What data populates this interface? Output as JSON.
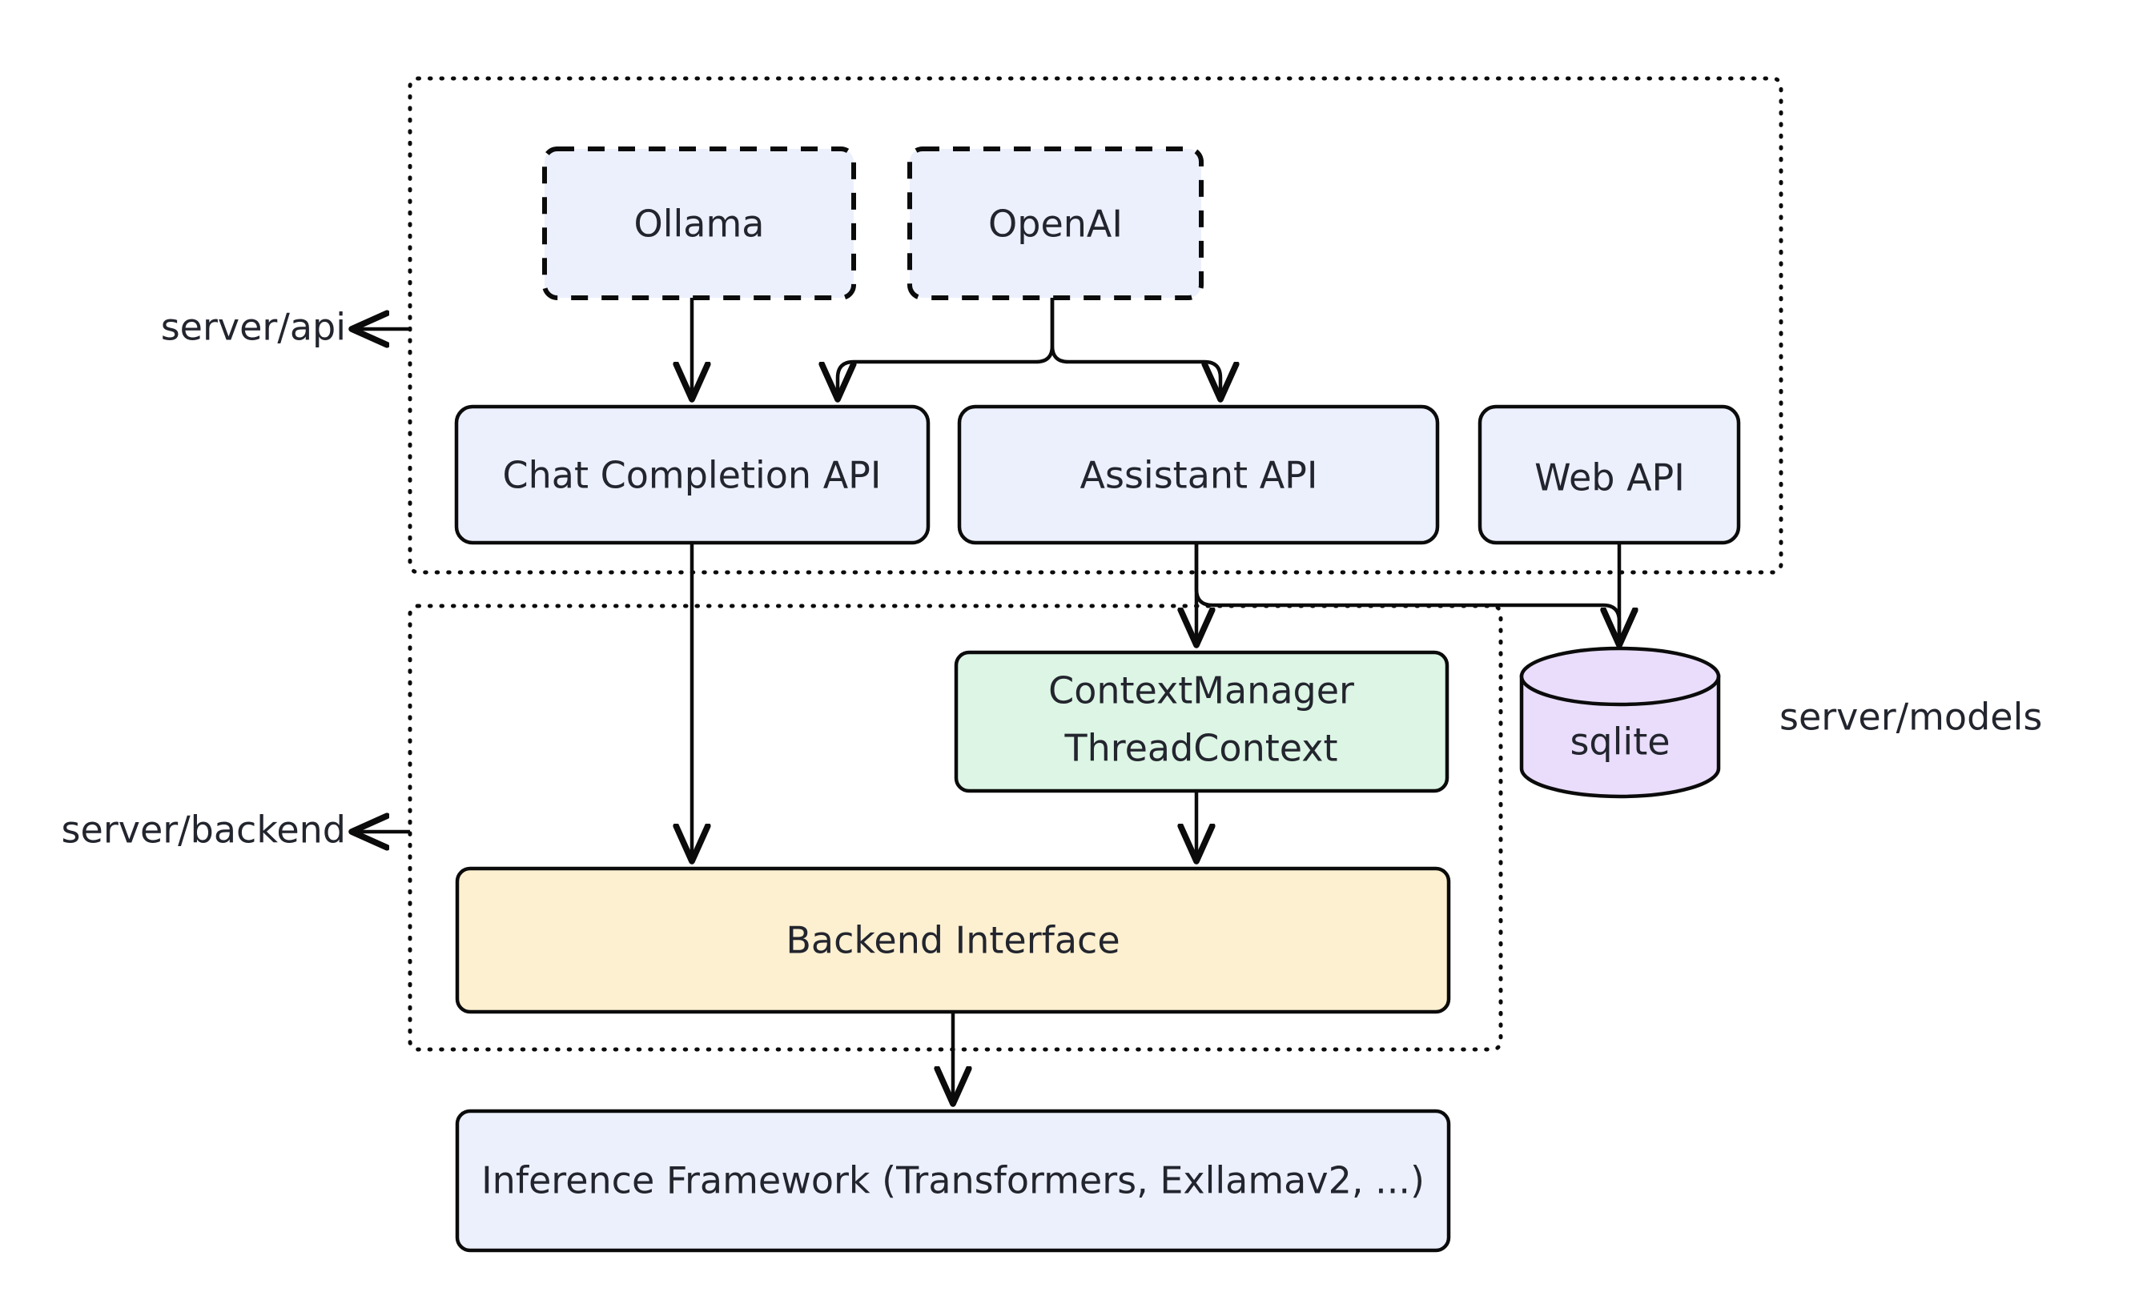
{
  "diagram": {
    "title": "Server architecture layering diagram",
    "background": "#ffffff",
    "colors": {
      "node_blue": "#ecf0fc",
      "node_green": "#dcf5e4",
      "node_yellow": "#fcf0d0",
      "node_purple": "#e9ddfb",
      "stroke": "#0b0b0b",
      "text": "#23252e"
    },
    "groups": [
      {
        "id": "api",
        "label": "server/api",
        "label_position": "left",
        "border_style": "dotted"
      },
      {
        "id": "backend",
        "label": "server/backend",
        "label_position": "left",
        "border_style": "dotted"
      },
      {
        "id": "models",
        "label": "server/models",
        "label_position": "right",
        "border_style": "none"
      }
    ],
    "nodes": [
      {
        "id": "ollama",
        "label": "Ollama",
        "shape": "rounded-rect",
        "border": "dashed",
        "fill": "node_blue"
      },
      {
        "id": "openai",
        "label": "OpenAI",
        "shape": "rounded-rect",
        "border": "dashed",
        "fill": "node_blue"
      },
      {
        "id": "chat_api",
        "label": "Chat Completion API",
        "shape": "rounded-rect",
        "border": "solid",
        "fill": "node_blue"
      },
      {
        "id": "asst_api",
        "label": "Assistant API",
        "shape": "rounded-rect",
        "border": "solid",
        "fill": "node_blue"
      },
      {
        "id": "web_api",
        "label": "Web API",
        "shape": "rounded-rect",
        "border": "solid",
        "fill": "node_blue"
      },
      {
        "id": "ctxmgr",
        "label_line1": "ContextManager",
        "label_line2": "ThreadContext",
        "shape": "rounded-rect",
        "border": "solid",
        "fill": "node_green"
      },
      {
        "id": "sqlite",
        "label": "sqlite",
        "shape": "cylinder",
        "border": "solid",
        "fill": "node_purple"
      },
      {
        "id": "backend_if",
        "label": "Backend Interface",
        "shape": "rounded-rect",
        "border": "solid",
        "fill": "node_yellow"
      },
      {
        "id": "inference",
        "label": "Inference Framework (Transformers, Exllamav2, ...)",
        "shape": "rounded-rect",
        "border": "solid",
        "fill": "node_blue"
      }
    ],
    "edges": [
      {
        "from": "ollama",
        "to": "chat_api",
        "arrow": true
      },
      {
        "from": "openai",
        "to": "chat_api",
        "arrow": true
      },
      {
        "from": "openai",
        "to": "asst_api",
        "arrow": true
      },
      {
        "from": "chat_api",
        "to": "backend_if",
        "arrow": true
      },
      {
        "from": "asst_api",
        "to": "ctxmgr",
        "arrow": true
      },
      {
        "from": "asst_api",
        "to": "sqlite",
        "arrow": true
      },
      {
        "from": "web_api",
        "to": "sqlite",
        "arrow": true
      },
      {
        "from": "ctxmgr",
        "to": "backend_if",
        "arrow": true
      },
      {
        "from": "backend_if",
        "to": "inference",
        "arrow": true
      }
    ]
  }
}
